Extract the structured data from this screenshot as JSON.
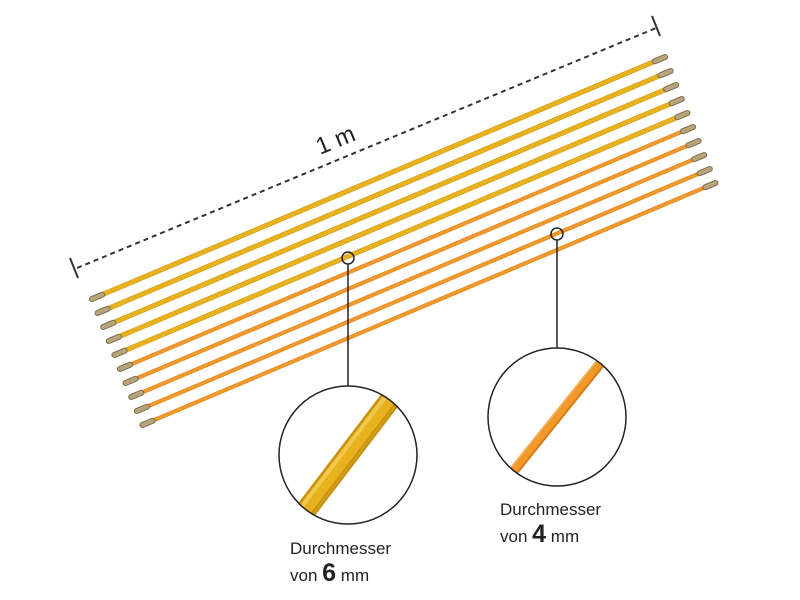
{
  "length_label": "1 m",
  "rods": {
    "count_6mm": 5,
    "count_4mm": 5,
    "color_6mm": "#E8B21E",
    "color_6mm_dark": "#C9920E",
    "color_4mm": "#F2992A",
    "color_4mm_dark": "#D97A14",
    "tip_color": "#B8A47A"
  },
  "callout_6mm": {
    "line1": "Durchmesser",
    "prefix": "von",
    "number": "6",
    "unit": "mm"
  },
  "callout_4mm": {
    "line1": "Durchmesser",
    "prefix": "von",
    "number": "4",
    "unit": "mm"
  }
}
